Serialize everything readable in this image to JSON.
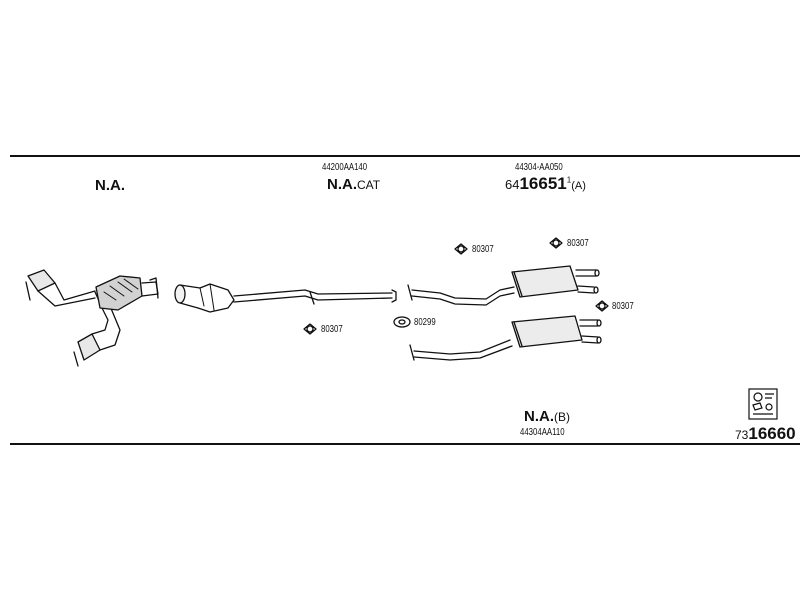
{
  "left_section": {
    "label": "N.A."
  },
  "cat_section": {
    "part_no": "44200AA140",
    "label_bold": "N.A.",
    "label_suffix": "CAT"
  },
  "rear_section": {
    "part_no": "44304-AA050",
    "prefix": "64",
    "number": "16651",
    "mark": "1",
    "variant": "(A)"
  },
  "clamps": {
    "clamp_top_left": "80307",
    "clamp_top_right": "80307",
    "clamp_right": "80307",
    "clamp_mid": "80307",
    "gasket": "80299"
  },
  "bottom_section": {
    "label_bold": "N.A.",
    "variant": "(B)",
    "part_no": "44304AA110"
  },
  "kit": {
    "icon": "kit-parts-icon",
    "prefix": "73",
    "number": "16660"
  }
}
